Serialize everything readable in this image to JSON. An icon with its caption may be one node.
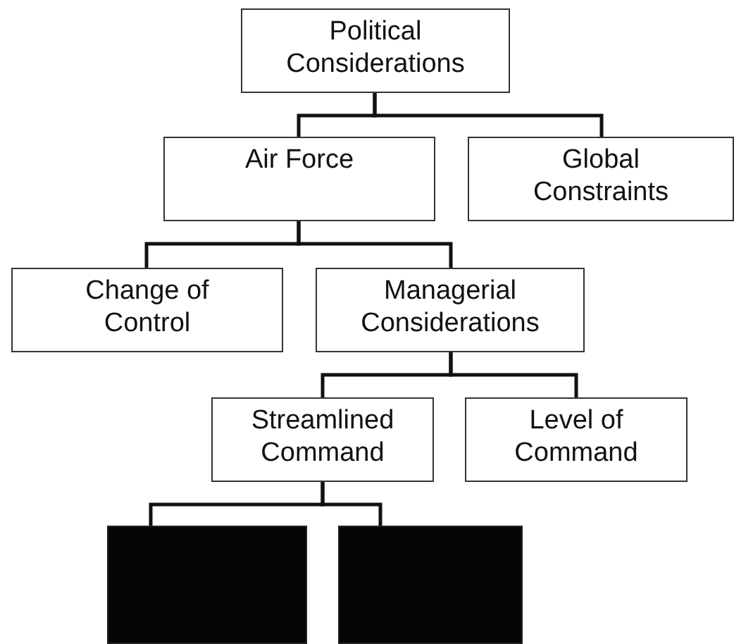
{
  "diagram": {
    "nodes": [
      {
        "text": [
          "Political Considerations"
        ]
      },
      {
        "text": [
          "Air Force"
        ]
      },
      {
        "text": [
          "Global Constraints"
        ]
      },
      {
        "text": [
          "Change of Control"
        ]
      },
      {
        "text": [
          "Managerial Considerations"
        ]
      },
      {
        "text": [
          "Streamlined Command"
        ]
      },
      {
        "text": [
          "Level of Command"
        ]
      },
      {
        "text": [],
        "shape": "box"
      },
      {
        "text": [],
        "shape": "box"
      }
    ],
    "edges": [
      {
        "from": 0,
        "to": 1,
        "arrow": "none"
      },
      {
        "from": 0,
        "to": 2,
        "arrow": "none"
      },
      {
        "from": 1,
        "to": 3,
        "arrow": "none"
      },
      {
        "from": 1,
        "to": 4,
        "arrow": "none"
      },
      {
        "from": 4,
        "to": 5,
        "arrow": "none"
      },
      {
        "from": 4,
        "to": 6,
        "arrow": "none"
      },
      {
        "from": 5,
        "to": 7,
        "arrow": "none"
      },
      {
        "from": 5,
        "to": 8,
        "arrow": "none"
      }
    ]
  }
}
